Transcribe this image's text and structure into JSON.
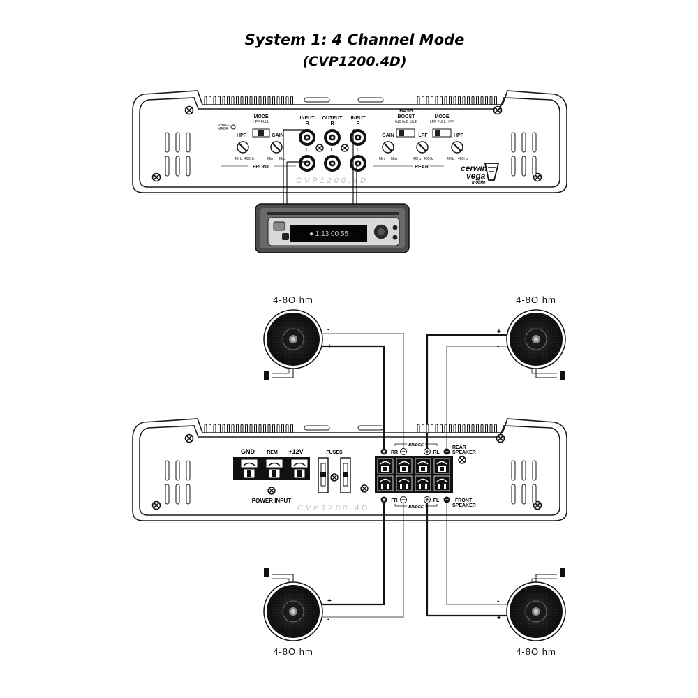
{
  "title": "System 1: 4 Channel Mode",
  "subtitle": "(CVP1200.4D)",
  "amp_top": {
    "model": "CVP1200.4D",
    "brand_line1": "cerwin",
    "brand_line2": "vega",
    "brand_line3": "mobile",
    "phase_label": "PHASE\nMAGR",
    "front": {
      "mode": "MODE",
      "mode_opts": "HPF  FULL",
      "hpf": "HPF",
      "gain": "GAIN",
      "hpf_range_lo": "40Hz",
      "hpf_range_hi": "400Hz",
      "gain_lo": "Min",
      "gain_hi": "Max",
      "section": "FRONT"
    },
    "input_front": "INPUT",
    "output": "OUTPUT",
    "input_rear": "INPUT",
    "ch_r": "R",
    "ch_l": "L",
    "rear": {
      "bass_boost": "BASS\nBOOST",
      "bass_opts": "0dB 6dB 12dB",
      "gain": "GAIN",
      "lpf": "LPF",
      "mode": "MODE",
      "mode_opts": "LPF FULL HPF",
      "hpf": "HPF",
      "gain_lo": "Min",
      "gain_hi": "Max",
      "lpf_lo": "40Hz",
      "lpf_hi": "400Hz",
      "hpf_lo": "40Hz",
      "hpf_hi": "400Hz",
      "section": "REAR"
    }
  },
  "head_unit": {
    "display": "● 1:13 00 55"
  },
  "amp_bottom": {
    "model": "CVP1200.4D",
    "gnd": "GND",
    "rem": "REM",
    "v12": "+12V",
    "fuses": "FUSES",
    "power_input": "POWER INPUT",
    "rr": "RR",
    "rl": "RL",
    "fr": "FR",
    "fl": "FL",
    "bridge": "BRIDGE",
    "rear_speaker": "REAR\nSPEAKER",
    "front_speaker": "FRONT\nSPEAKER"
  },
  "speakers": {
    "tl_ohm": "4-8O hm",
    "tr_ohm": "4-8O hm",
    "bl_ohm": "4-8O hm",
    "br_ohm": "4-8O hm",
    "plus": "+",
    "minus": "-"
  }
}
